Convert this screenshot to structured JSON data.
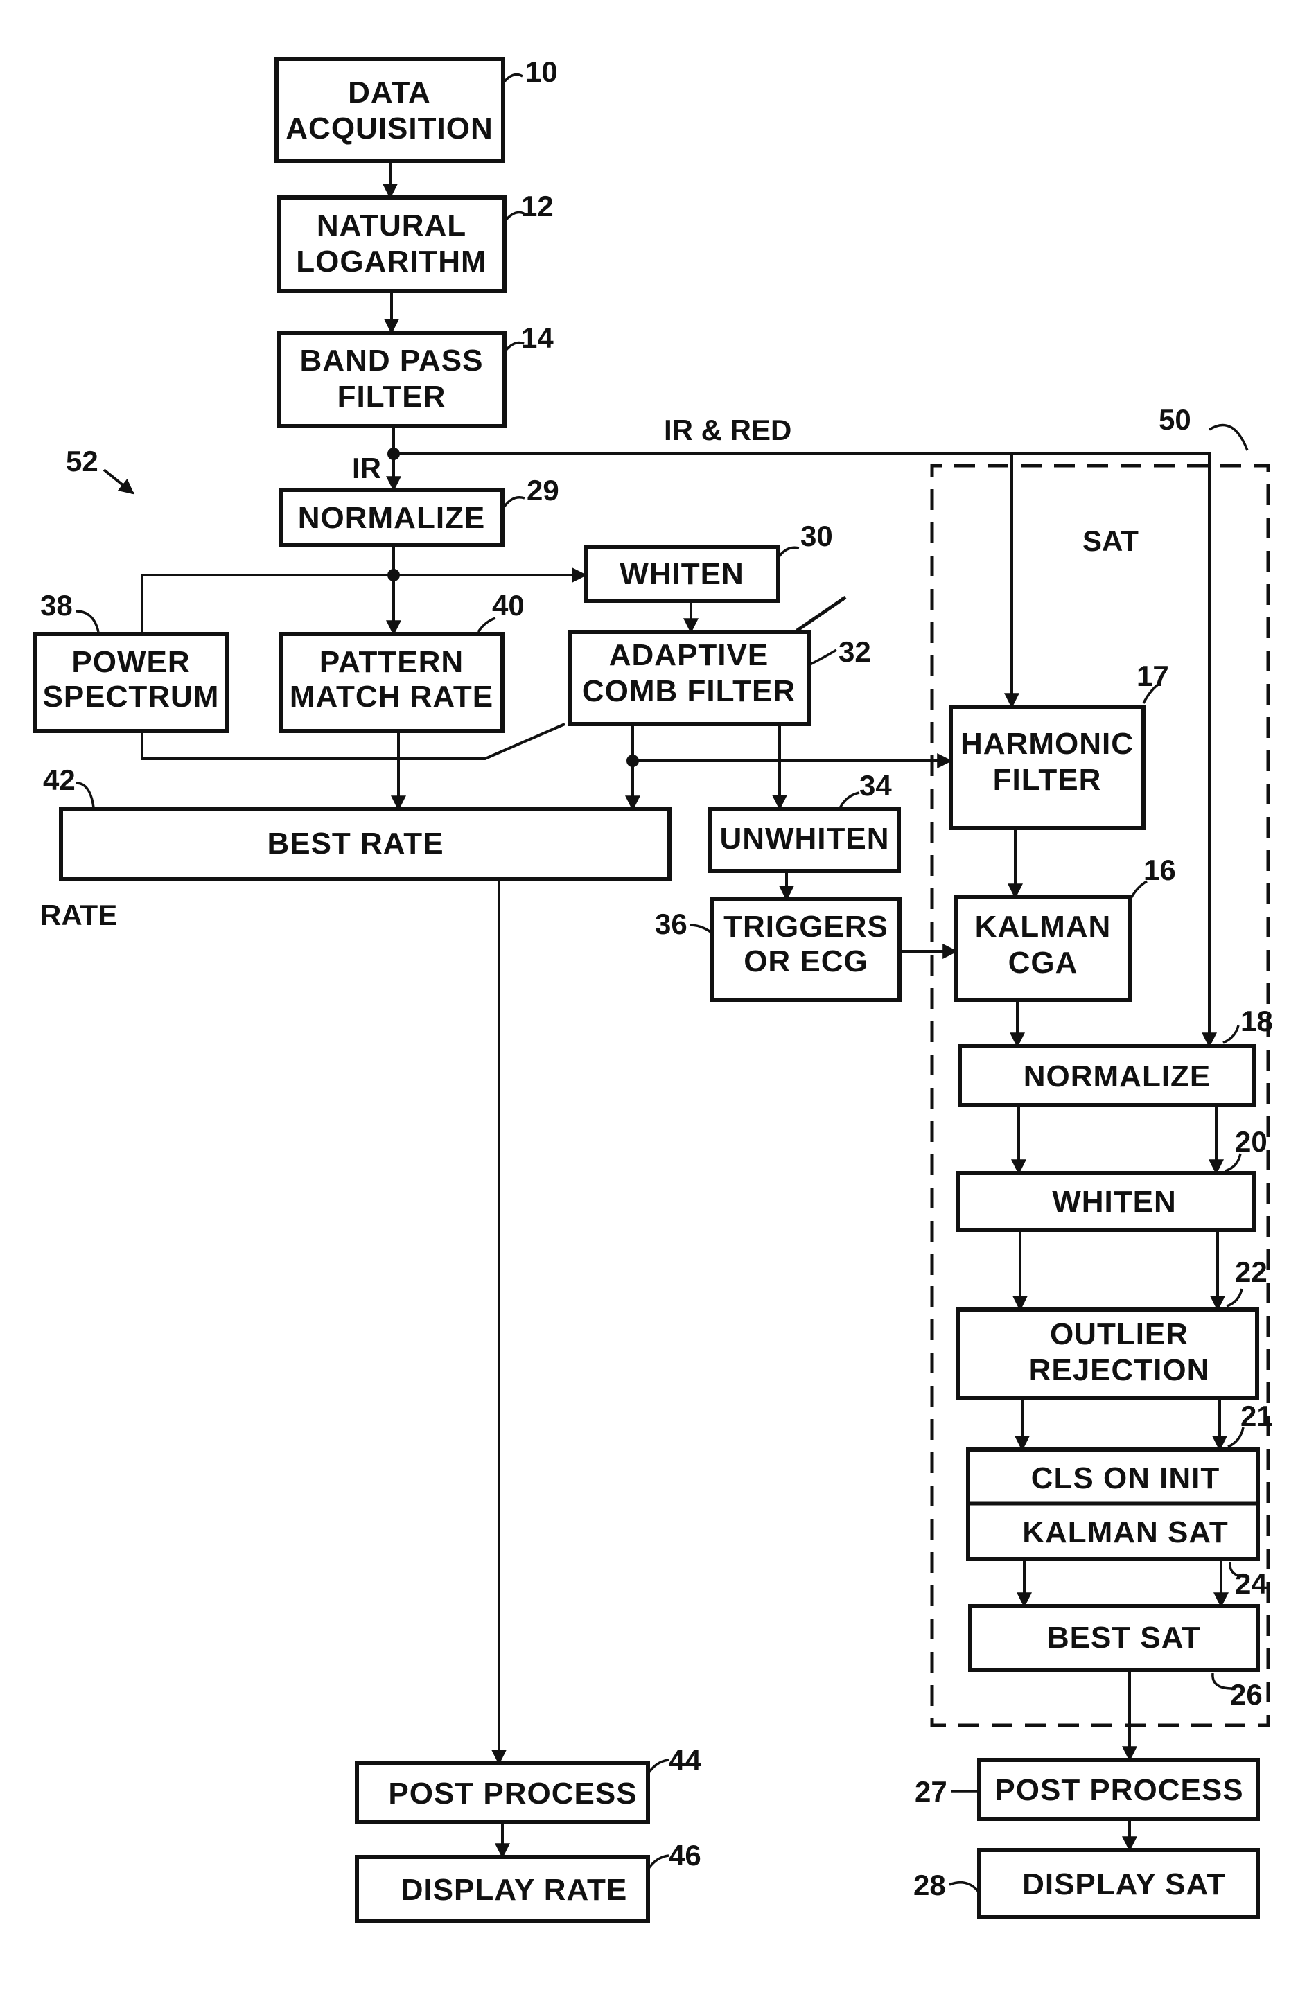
{
  "boxes": {
    "data_acquisition": [
      "DATA",
      "ACQUISITION"
    ],
    "natural_log": [
      "NATURAL",
      "LOGARITHM"
    ],
    "band_pass": [
      "BAND PASS",
      "FILTER"
    ],
    "normalize_ir": [
      "NORMALIZE"
    ],
    "whiten_ir": [
      "WHITEN"
    ],
    "power_spectrum": [
      "POWER",
      "SPECTRUM"
    ],
    "pattern_match": [
      "PATTERN",
      "MATCH RATE"
    ],
    "adaptive_comb": [
      "ADAPTIVE",
      "COMB FILTER"
    ],
    "best_rate": [
      "BEST RATE"
    ],
    "unwhiten": [
      "UNWHITEN"
    ],
    "triggers": [
      "TRIGGERS",
      "OR ECG"
    ],
    "harmonic": [
      "HARMONIC",
      "FILTER"
    ],
    "kalman_cga": [
      "KALMAN",
      "CGA"
    ],
    "normalize_sat": [
      "NORMALIZE"
    ],
    "whiten_sat": [
      "WHITEN"
    ],
    "outlier": [
      "OUTLIER",
      "REJECTION"
    ],
    "cls_on_init": [
      "CLS ON INIT"
    ],
    "kalman_sat": [
      "KALMAN SAT"
    ],
    "best_sat": [
      "BEST SAT"
    ],
    "post_rate": [
      "POST PROCESS"
    ],
    "display_rate": [
      "DISPLAY RATE"
    ],
    "post_sat": [
      "POST PROCESS"
    ],
    "display_sat": [
      "DISPLAY SAT"
    ]
  },
  "refs": {
    "r10": "10",
    "r12": "12",
    "r14": "14",
    "r29": "29",
    "r30": "30",
    "r32": "32",
    "r34": "34",
    "r36": "36",
    "r38": "38",
    "r40": "40",
    "r42": "42",
    "r17": "17",
    "r16": "16",
    "r18": "18",
    "r20": "20",
    "r22": "22",
    "r21": "21",
    "r24": "24",
    "r26": "26",
    "r27": "27",
    "r28": "28",
    "r44": "44",
    "r46": "46",
    "r50": "50",
    "r52": "52"
  },
  "labels": {
    "ir": "IR",
    "ir_red": "IR & RED",
    "sat": "SAT",
    "rate": "RATE"
  }
}
